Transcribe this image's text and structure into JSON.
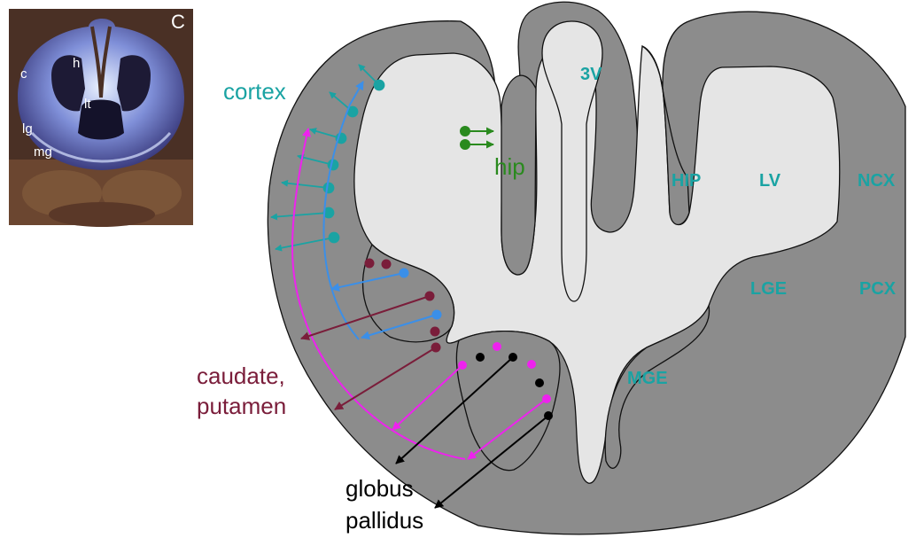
{
  "photo": {
    "panel_letter": "C",
    "labels": {
      "c": "c",
      "h": "h",
      "lt": "lt",
      "lg": "lg",
      "mg": "mg"
    }
  },
  "region_labels": {
    "v3": "3V",
    "hip_cap": "HIP",
    "lv": "LV",
    "ncx": "NCX",
    "lge": "LGE",
    "pcx": "PCX",
    "mge": "MGE"
  },
  "annotations": {
    "cortex": "cortex",
    "hip": "hip",
    "caudate_line1": "caudate,",
    "caudate_line2": "putamen",
    "globus_line1": "globus",
    "globus_line2": "pallidus"
  },
  "colors": {
    "tissue": "#8c8c8c",
    "ventricle": "#e6e6e6",
    "teal": "#1aa3a3",
    "blue": "#3b8fe8",
    "magenta": "#ee22ee",
    "maroon": "#7a1d3a",
    "green": "#2a8a1e",
    "black": "#000000"
  }
}
